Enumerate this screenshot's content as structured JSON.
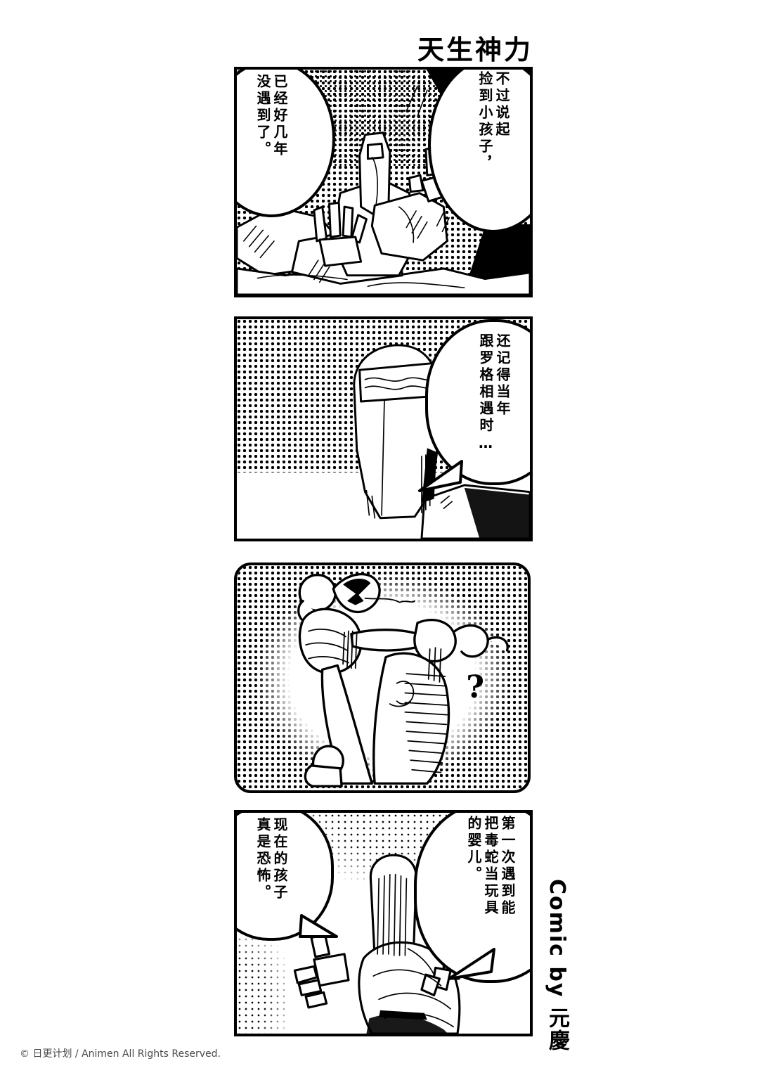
{
  "page": {
    "title": "天生神力",
    "credit_side": "Comic by 元慶",
    "copyright": "© 日更计划 / Animen All Rights Reserved.",
    "background_color": "#ffffff",
    "ink_color": "#000000"
  },
  "panels": [
    {
      "index": 1,
      "scene": "rocky cave interior with armored figure lying among rocks",
      "bubbles": [
        {
          "id": "p1-b1",
          "position": "right",
          "shape": "oval",
          "columns": [
            "不过说起",
            "捡到小孩子，"
          ],
          "text": "不过说起捡到小孩子，"
        },
        {
          "id": "p1-b2",
          "position": "left",
          "shape": "oval",
          "columns": [
            "已经好几年",
            "没遇到了。"
          ],
          "text": "已经好几年没遇到了。"
        }
      ]
    },
    {
      "index": 2,
      "scene": "close-up of helmeted character against halftone sky",
      "bubbles": [
        {
          "id": "p2-b1",
          "position": "right",
          "shape": "round",
          "columns": [
            "还记得当年",
            "跟罗格相遇时…"
          ],
          "text": "还记得当年跟罗格相遇时…"
        }
      ]
    },
    {
      "index": 3,
      "scene": "flashback: baby gripping a snake, vignette halftone border",
      "rounded": true,
      "annotation": "?",
      "bubbles": []
    },
    {
      "index": 4,
      "scene": "armored figure reaching forward, halftone corner shading",
      "bubbles": [
        {
          "id": "p4-b1",
          "position": "right",
          "shape": "round",
          "columns": [
            "第一次遇到能",
            "把毒蛇当玩具",
            "的婴儿。"
          ],
          "text": "第一次遇到能把毒蛇当玩具的婴儿。"
        },
        {
          "id": "p4-b2",
          "position": "left",
          "shape": "round",
          "columns": [
            "现在的孩子",
            "真是恐怖。"
          ],
          "text": "现在的孩子真是恐怖。"
        }
      ]
    }
  ]
}
